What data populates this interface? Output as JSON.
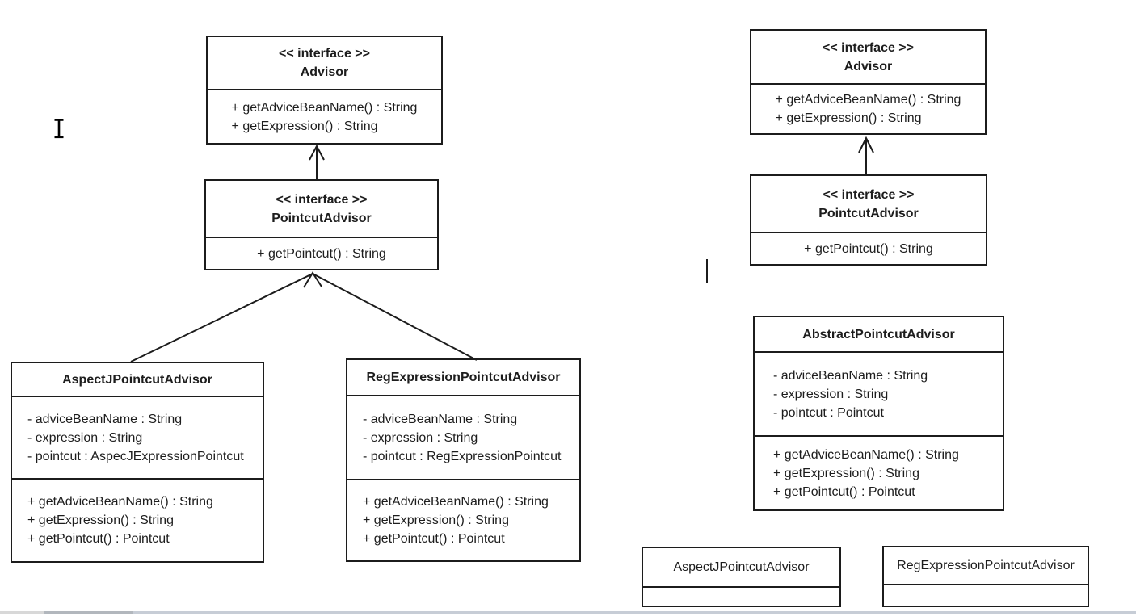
{
  "canvas": {
    "background": "#ffffff"
  },
  "colors": {
    "line": "#1c1c1c",
    "text": "#1d1d1d",
    "statusbar_main": "#c7cdd6",
    "statusbar_left": "#d8d8d8",
    "statusbar_mid": "#b2b7bd"
  },
  "left": {
    "advisor": {
      "stereotype": "<< interface >>",
      "name": "Advisor",
      "methods": [
        "+ getAdviceBeanName() : String",
        "+ getExpression() : String"
      ]
    },
    "pointcut_advisor": {
      "stereotype": "<< interface >>",
      "name": "PointcutAdvisor",
      "methods": [
        "+ getPointcut() : String"
      ]
    },
    "aspectj_advisor": {
      "name": "AspectJPointcutAdvisor",
      "fields": [
        "- adviceBeanName : String",
        "- expression : String",
        "- pointcut : AspecJExpressionPointcut"
      ],
      "methods": [
        "+ getAdviceBeanName() : String",
        "+ getExpression() : String",
        "+ getPointcut() : Pointcut"
      ]
    },
    "regexp_advisor": {
      "name": "RegExpressionPointcutAdvisor",
      "fields": [
        "- adviceBeanName : String",
        "- expression : String",
        "- pointcut : RegExpressionPointcut"
      ],
      "methods": [
        "+ getAdviceBeanName() : String",
        "+ getExpression() : String",
        "+ getPointcut() : Pointcut"
      ]
    }
  },
  "right": {
    "advisor": {
      "stereotype": "<< interface >>",
      "name": "Advisor",
      "methods": [
        "+ getAdviceBeanName() : String",
        "+ getExpression() : String"
      ]
    },
    "pointcut_advisor": {
      "stereotype": "<< interface >>",
      "name": "PointcutAdvisor",
      "methods": [
        "+ getPointcut() : String"
      ]
    },
    "abstract_advisor": {
      "name": "AbstractPointcutAdvisor",
      "fields": [
        "- adviceBeanName : String",
        "- expression : String",
        "- pointcut : Pointcut"
      ],
      "methods": [
        "+ getAdviceBeanName() : String",
        "+ getExpression() : String",
        "+ getPointcut() : Pointcut"
      ]
    },
    "aspectj_stub": {
      "name": "AspectJPointcutAdvisor"
    },
    "regexp_stub": {
      "name": "RegExpressionPointcutAdvisor"
    }
  }
}
